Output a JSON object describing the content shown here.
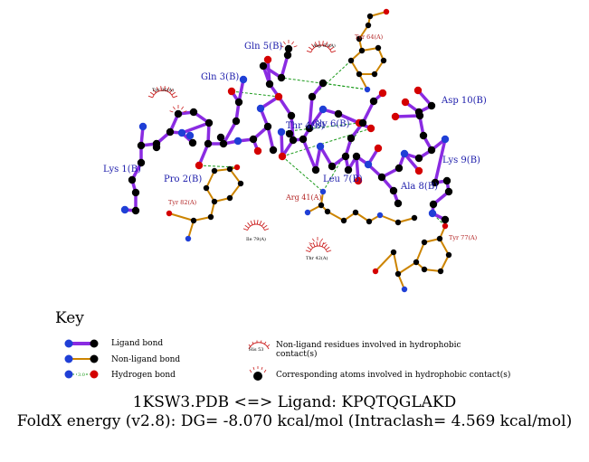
{
  "ligand_residues": [
    {
      "label": "Lys 1(B)"
    },
    {
      "label": "Pro 2(B)"
    },
    {
      "label": "Gln 3(B)"
    },
    {
      "label": "Thr 4(B)"
    },
    {
      "label": "Gln 5(B)"
    },
    {
      "label": "Gly 6(B)"
    },
    {
      "label": "Leu 7(B)"
    },
    {
      "label": "Ala 8(B)"
    },
    {
      "label": "Lys 9(B)"
    },
    {
      "label": "Asp 10(B)"
    }
  ],
  "nonligand_residues": [
    {
      "label": "Tyr 64(A)"
    },
    {
      "label": "Tyr 82(A)"
    },
    {
      "label": "Arg 41(A)"
    },
    {
      "label": "Tyr 77(A)"
    }
  ],
  "hydrophobic_residues": [
    {
      "label": "Asp 63(A)"
    },
    {
      "label": "Tyr 36(A)"
    },
    {
      "label": "Ile 79(A)"
    },
    {
      "label": "Thr 42(A)"
    }
  ],
  "key": {
    "title": "Key",
    "ligand_bond": "Ligand bond",
    "nonligand_bond": "Non-ligand bond",
    "hydrogen_bond": "Hydrogen bond",
    "hbond_length": "3.0",
    "sample_residue": "His 53",
    "hydrophobic_residues": "Non-ligand residues involved in hydrophobic contact(s)",
    "hydrophobic_atoms": "Corresponding atoms involved in hydrophobic contact(s)"
  },
  "caption": {
    "line1": "1KSW3.PDB <=> Ligand: KPQTQGLAKD",
    "line2": "FoldX energy (v2.8): DG= -8.070 kcal/mol (Intraclash= 4.569 kcal/mol)"
  },
  "colors": {
    "ligand_bond": "#8a2be2",
    "nonligand_bond": "#cc8400",
    "hbond": "#1a9a1a",
    "carbon": "#000000",
    "nitrogen": "#1f3fd6",
    "oxygen": "#d40000",
    "hydrophobic": "#cc2222"
  }
}
